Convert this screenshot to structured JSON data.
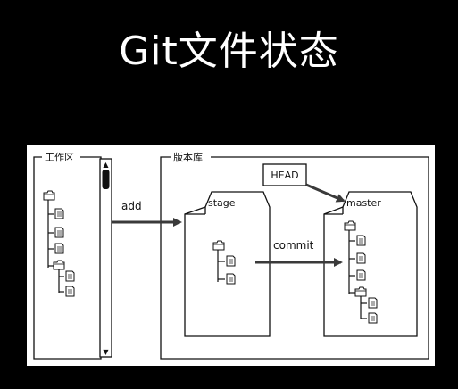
{
  "slide": {
    "title": "Git文件状态"
  },
  "diagram": {
    "working_dir_label": "工作区",
    "repository_label": "版本库",
    "stage_label": "stage",
    "master_label": "master",
    "head_label": "HEAD",
    "add_label": "add",
    "commit_label": "commit",
    "scrollbar": {
      "up_arrow": "▲",
      "down_arrow": "▼"
    },
    "icons": {
      "folder": "folder-icon",
      "file": "file-icon"
    },
    "colors": {
      "page_background": "#000000",
      "title_text": "#ffffff",
      "panel_background": "#ffffff",
      "lines": "#111111",
      "arrows": "#3a3a3a"
    }
  }
}
